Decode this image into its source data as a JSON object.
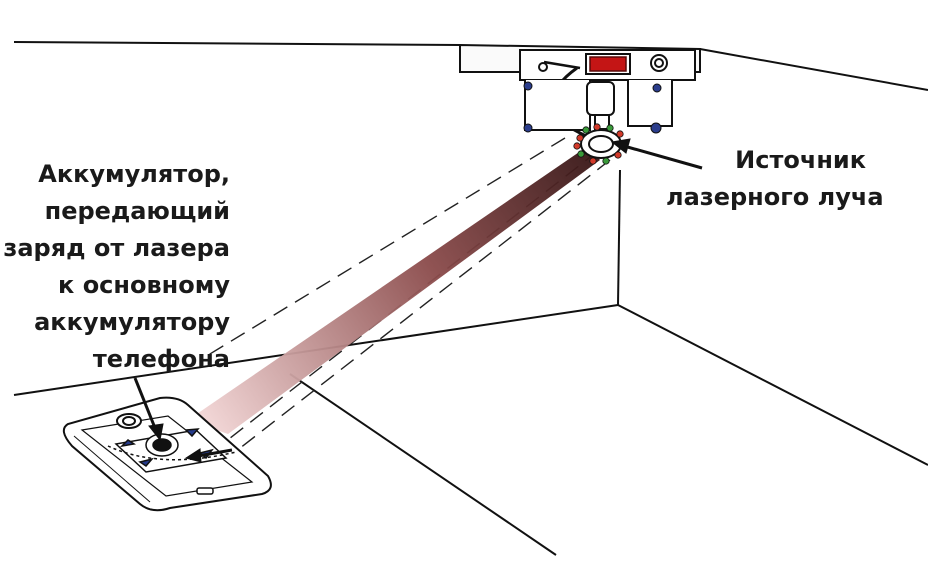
{
  "labels": {
    "battery": {
      "lines": [
        "Аккумулятор,",
        "передающий",
        "заряд от лазера",
        "к основному",
        "аккумулятору",
        "телефона"
      ]
    },
    "source": {
      "lines": [
        "Источник",
        "лазерного луча"
      ]
    }
  },
  "colors": {
    "outline": "#111111",
    "beam_near_source": "#2a0d0d",
    "beam_mid": "#9a5a5a",
    "beam_near_phone": "#f2d4d4",
    "display_red": "#c41515",
    "screw_blue": "#2b3d8c",
    "led_red": "#d23a2a",
    "led_green": "#3a9a3a",
    "marker_blue": "#243a8a"
  },
  "icons": [
    "ceiling-laser-unit-icon",
    "smartphone-icon",
    "laser-beam-icon",
    "dashed-beam-guide-icon",
    "receiver-module-icon"
  ]
}
